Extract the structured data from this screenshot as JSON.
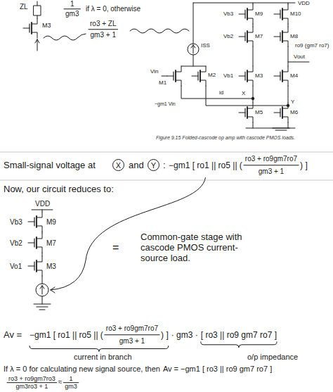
{
  "diagram": {
    "caption": "Figure 9.15 Folded-cascode op amp with cascode PMOS loads.",
    "labels": [
      "ZL",
      "M3",
      "1",
      "gm3",
      "if λ = 0, otherwise",
      "ro3 + ZL",
      "gm3 + 1",
      "VDD",
      "Vb3",
      "M9",
      "M10",
      "Vb2",
      "M7",
      "M8",
      "ro9 (gm7 ro7)",
      "ISS",
      "Vb1",
      "M1",
      "M2",
      "Vin",
      "M3",
      "M4",
      "Vout",
      "−gm1 Vin",
      "id",
      "X",
      "Y",
      "M5",
      "M6",
      "Small-signal voltage at",
      "X",
      "and",
      "Y",
      ":",
      "−gm1 [ ro1 || ro5 || (",
      "ro3 + ro9gm7ro7",
      "gm3 + 1",
      ") ]",
      "Now, our circuit reduces to:",
      "VDD",
      "Vb3",
      "M9",
      "Vb2",
      "M7",
      "Vo1",
      "M3",
      "=",
      "Common-gate stage with cascode PMOS current-source load.",
      "Av =",
      "−gm1 [ ro1 || ro5 || (",
      "ro3 + ro9gm7ro7",
      "gm3 + 1",
      ") ]",
      "· gm3 ·",
      "[ ro3 || ro9 gm7 ro7 ]",
      "current in branch",
      "o/p impedance",
      "If λ = 0 for calculating new signal source, then",
      "Av = −gm1 [ ro3 || ro9 gm7 ro7 ]",
      "ro3 + ro9gm7ro3",
      "gm3ro3 + 1",
      "≈",
      "1",
      "gm3"
    ]
  }
}
